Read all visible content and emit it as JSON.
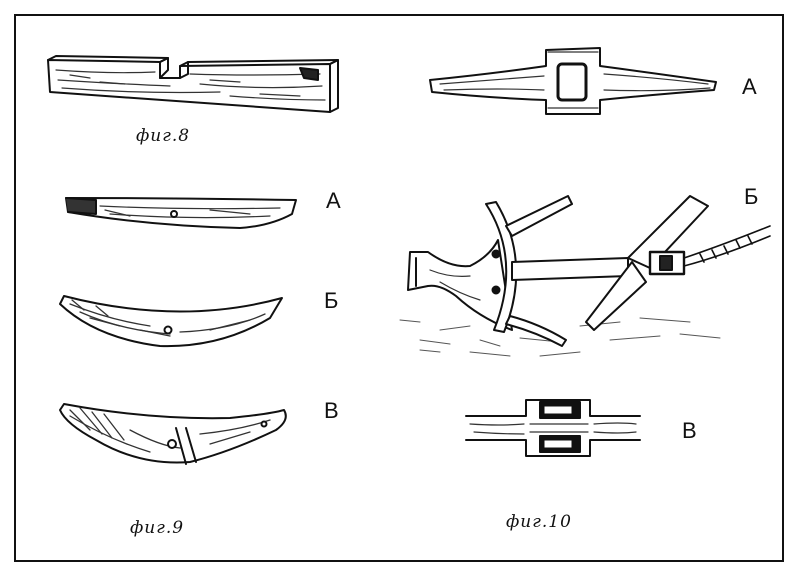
{
  "captions": {
    "fig8": "фиг.8",
    "fig9": "фиг.9",
    "fig10": "фиг.10"
  },
  "labels": {
    "fig9_a": "А",
    "fig9_b": "Б",
    "fig9_v": "В",
    "fig10_a": "А",
    "fig10_b": "Б",
    "fig10_v": "В"
  },
  "colors": {
    "ink": "#111111",
    "paper": "#ffffff",
    "hatch": "#444444"
  }
}
